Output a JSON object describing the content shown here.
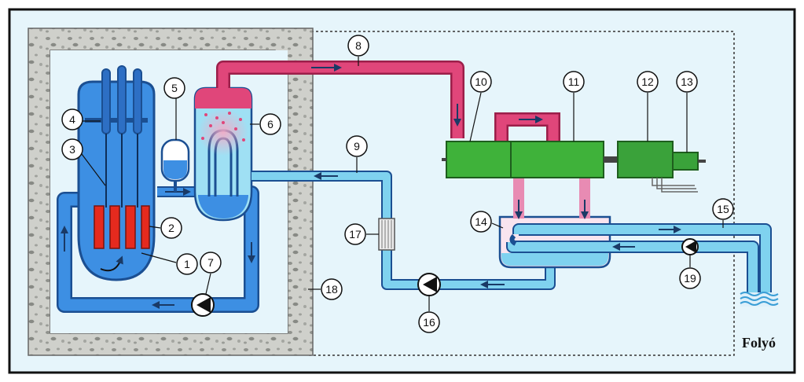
{
  "diagram": {
    "colors": {
      "background": "#e6f5fb",
      "frame": "#111111",
      "containment": "#c9c9c4",
      "primary_loop": "#3d8fe3",
      "primary_dark": "#1b4f92",
      "steam": "#e0467a",
      "condensate": "#7fd2ef",
      "turbine": "#3fb23a",
      "generator": "#3aa23a",
      "fuel": "#e52a1e",
      "river": "#3a9ed6"
    },
    "labels": [
      "1",
      "2",
      "3",
      "4",
      "5",
      "6",
      "7",
      "8",
      "9",
      "10",
      "11",
      "12",
      "13",
      "14",
      "15",
      "16",
      "17",
      "18",
      "19"
    ],
    "river_label": "Folyó"
  }
}
